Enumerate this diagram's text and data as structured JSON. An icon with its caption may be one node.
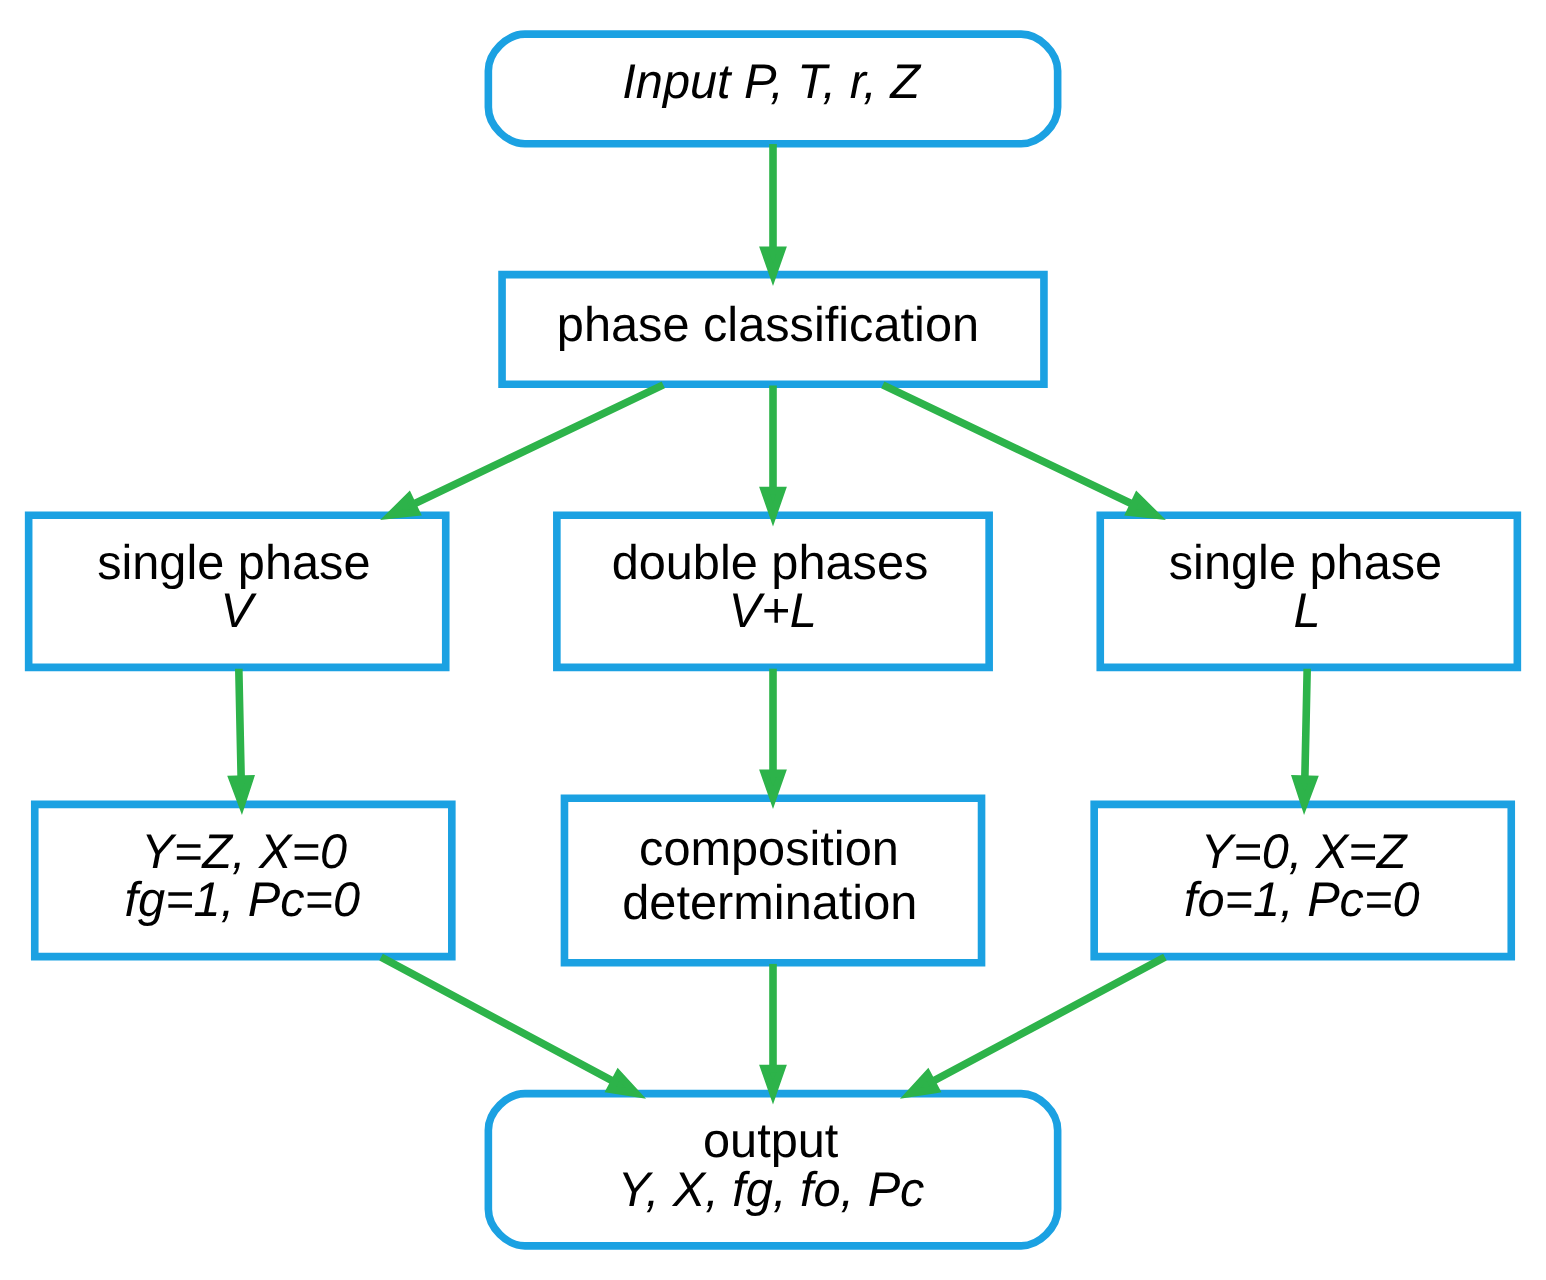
{
  "diagram": {
    "nodes": [
      {
        "text": [
          "Input P, T, r, Z"
        ]
      },
      {
        "text": [
          "phase classification"
        ]
      },
      {
        "text": [
          "single phase",
          "V"
        ]
      },
      {
        "text": [
          "double phases",
          "V+L"
        ]
      },
      {
        "text": [
          "single phase",
          "L"
        ]
      },
      {
        "text": [
          "Y=Z, X=0",
          "fg=1, Pc=0"
        ]
      },
      {
        "text": [
          "composition determination"
        ]
      },
      {
        "text": [
          "Y=0, X=Z",
          "fo=1, Pc=0"
        ]
      },
      {
        "text": [
          "output",
          "Y, X, fg, fo, Pc"
        ]
      }
    ],
    "edges": [
      {
        "from": 0,
        "to": 1,
        "arrow": "to"
      },
      {
        "from": 1,
        "to": 2,
        "arrow": "to"
      },
      {
        "from": 1,
        "to": 3,
        "arrow": "to"
      },
      {
        "from": 1,
        "to": 4,
        "arrow": "to"
      },
      {
        "from": 2,
        "to": 5,
        "arrow": "to"
      },
      {
        "from": 3,
        "to": 6,
        "arrow": "to"
      },
      {
        "from": 4,
        "to": 7,
        "arrow": "to"
      },
      {
        "from": 5,
        "to": 8,
        "arrow": "to"
      },
      {
        "from": 6,
        "to": 8,
        "arrow": "to"
      },
      {
        "from": 7,
        "to": 8,
        "arrow": "to"
      }
    ]
  }
}
